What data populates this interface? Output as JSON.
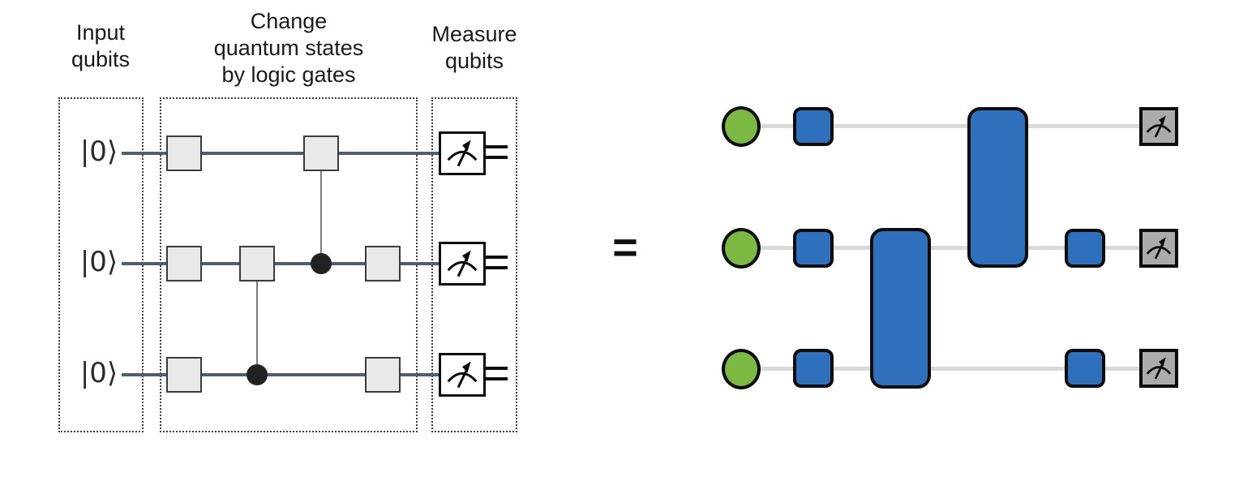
{
  "figure": {
    "left_diagram": {
      "sections": {
        "input_label": "Input\nqubits",
        "gates_label": "Change\nquantum states\nby logic gates",
        "measure_label": "Measure\nqubits"
      },
      "kets": [
        "|0⟩",
        "|0⟩",
        "|0⟩"
      ],
      "qubit_count": 3
    },
    "equals_sign": "=",
    "icons": {
      "measure": "gauge-icon",
      "control": "control-dot"
    }
  },
  "colors": {
    "blue": "#2e70bc",
    "green": "#7cb942",
    "measure-gray": "#ababab",
    "wire-light": "#d9d9d9",
    "wire-dark": "#4f5d6e",
    "gate-fill": "#e9e9e9",
    "gate-border": "#3b3b3b"
  }
}
